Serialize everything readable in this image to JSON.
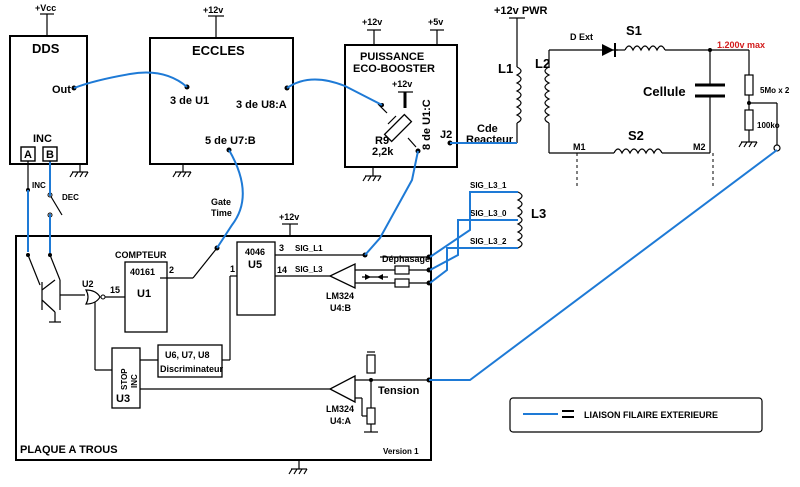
{
  "colors": {
    "wire": "#000000",
    "external_link": "#1e7ad6",
    "accent": "#d21b1b"
  },
  "dds": {
    "title": "DDS",
    "supply": "+Vcc",
    "out": "Out",
    "inc": "INC",
    "pin_a": "A",
    "pin_b": "B"
  },
  "eccles": {
    "title": "ECCLES",
    "supply": "+12v",
    "pin_u1": "3 de U1",
    "pin_u8a": "3 de U8:A",
    "pin_u7b": "5 de U7:B"
  },
  "puissance": {
    "title1": "PUISSANCE",
    "title2": "ECO-BOOSTER",
    "supply1": "+12v",
    "supply2": "+5v",
    "inner_supply": "+12v",
    "r9": "R9",
    "r9_value": "2,2k",
    "pin_u1c": "8 de U1:C",
    "j2": "J2"
  },
  "power": {
    "supply": "+12v PWR",
    "l1": "L1",
    "l2": "L2",
    "d_ext": "D Ext",
    "s1": "S1",
    "s2": "S2",
    "max_voltage": "1.200v max",
    "cellule": "Cellule",
    "m1": "M1",
    "m2": "M2",
    "r_top": "5Mo x 2",
    "r_bottom": "100ko",
    "cde1": "Cde",
    "cde2": "Reacteur"
  },
  "switches": {
    "inc": "INC",
    "dec": "DEC"
  },
  "gate_time": {
    "line1": "Gate",
    "line2": "Time"
  },
  "l3": {
    "label": "L3",
    "sig1": "SIG_L3_1",
    "sig0": "SIG_L3_0",
    "sig2": "SIG_L3_2"
  },
  "board": {
    "title": "PLAQUE A TROUS",
    "version": "Version 1",
    "supply": "+12v",
    "compteur": "COMPTEUR",
    "c40161": "40161",
    "u1": "U1",
    "pin2": "2",
    "pin15": "15",
    "u2": "U2",
    "c4046": "4046",
    "u5": "U5",
    "pin1": "1",
    "pin3": "3",
    "pin14": "14",
    "sig_l1": "SIG_L1",
    "sig_l3": "SIG_L3",
    "lm324b": "LM324",
    "u4b": "U4:B",
    "dephasage": "Déphasage",
    "stop": "STOP",
    "inc": "INC",
    "u3": "U3",
    "discr1": "U6, U7, U8",
    "discr2": "Discriminateur",
    "tension": "Tension",
    "lm324a": "LM324",
    "u4a": "U4:A"
  },
  "legend": {
    "label": "LIAISON FILAIRE EXTERIEURE",
    "symbol": "="
  }
}
